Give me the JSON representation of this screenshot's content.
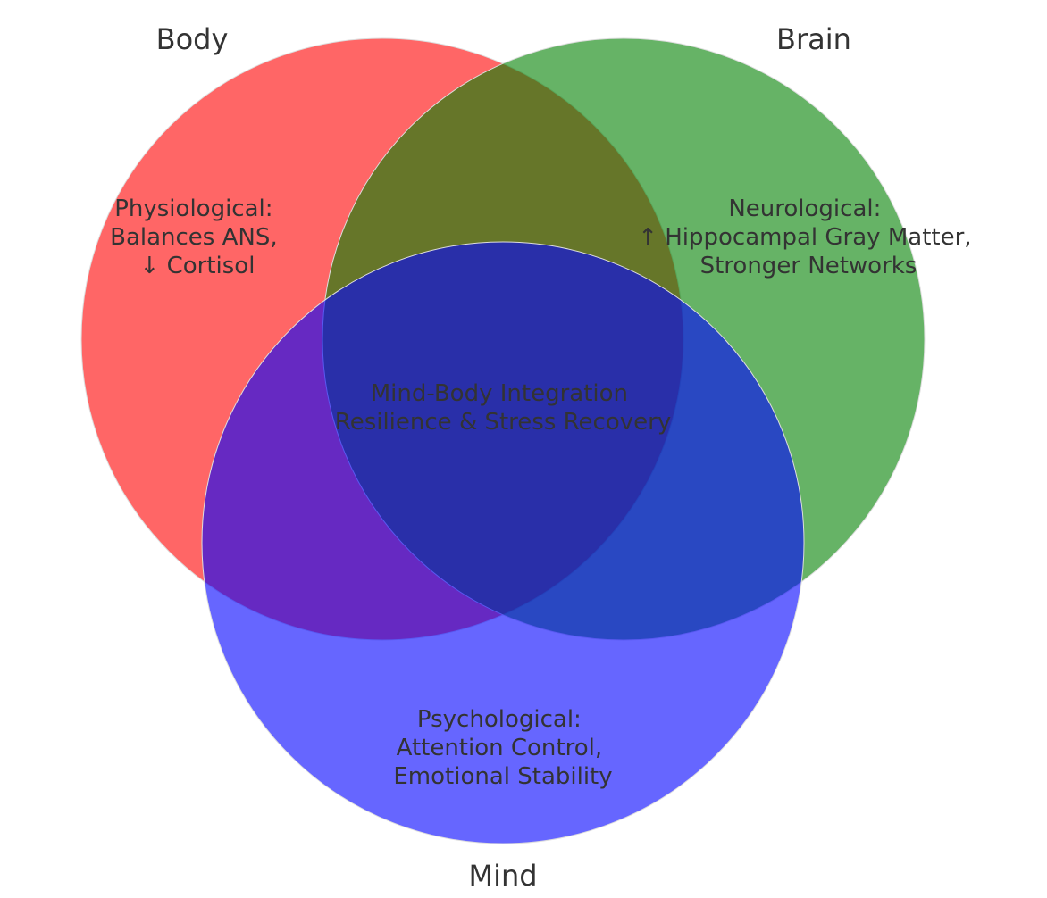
{
  "sets": [
    {
      "id": "body",
      "label": "Body",
      "color": "#ff0000"
    },
    {
      "id": "brain",
      "label": "Brain",
      "color": "#008000"
    },
    {
      "id": "mind",
      "label": "Mind",
      "color": "#0000ff"
    }
  ],
  "regions": {
    "body_only": [
      "Physiological:",
      "Balances ANS,",
      "↓ Cortisol"
    ],
    "brain_only": [
      "Neurological:",
      "↑ Hippocampal Gray Matter,",
      "Stronger Networks"
    ],
    "mind_only": [
      "Psychological:",
      "Attention Control,",
      "Emotional Stability"
    ],
    "center": [
      "Mind-Body Integration",
      "Resilience & Stress Recovery"
    ]
  },
  "style": {
    "fill_opacity": 0.6,
    "outline_color": "#dddddd"
  }
}
